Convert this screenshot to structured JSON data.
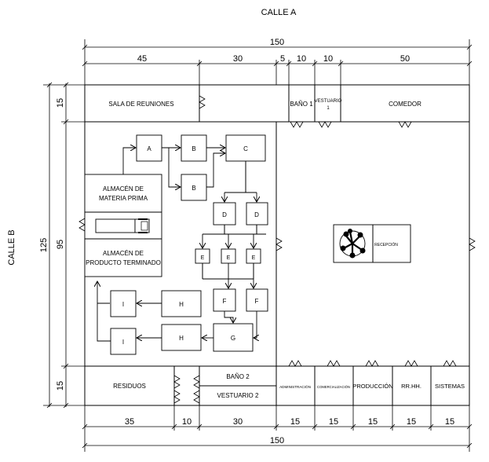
{
  "streets": {
    "top": "CALLE A",
    "left": "CALLE B"
  },
  "dimensions": {
    "top_total": "150",
    "top_segments": [
      "45",
      "30",
      "5",
      "10",
      "10",
      "50"
    ],
    "bottom_total": "150",
    "bottom_segments": [
      "35",
      "10",
      "30",
      "15",
      "15",
      "15",
      "15",
      "15"
    ],
    "left_outer": "125",
    "left_segments": [
      "15",
      "95",
      "15"
    ]
  },
  "rooms": {
    "sala": "SALA DE REUNIONES",
    "bano1": "BAÑO 1",
    "vestuario1_line1": "VESTUARIO",
    "vestuario1_line2": "1",
    "comedor": "COMEDOR",
    "almacen_mp_line1": "ALMACÉN DE",
    "almacen_mp_line2": "MATERIA PRIMA",
    "almacen_pt_line1": "ALMACÉN DE",
    "almacen_pt_line2": "PRODUCTO TERMINADO",
    "recepcion": "RECEPCIÓN",
    "residuos": "RESIDUOS",
    "bano2": "BAÑO 2",
    "vestuario2": "VESTUARIO 2",
    "administracion": "ADMINISTRACIÓN",
    "comercializacion": "COMERCIALIZACIÓN",
    "produccion": "PRODUCCIÓN",
    "rrhh": "RR.HH.",
    "sistemas": "SISTEMAS"
  },
  "process": {
    "A": "A",
    "B1": "B",
    "B2": "B",
    "C": "C",
    "D1": "D",
    "D2": "D",
    "E1": "E",
    "E2": "E",
    "E3": "E",
    "F1": "F",
    "F2": "F",
    "G": "G",
    "H1": "H",
    "H2": "H",
    "I1": "I",
    "I2": "I"
  }
}
